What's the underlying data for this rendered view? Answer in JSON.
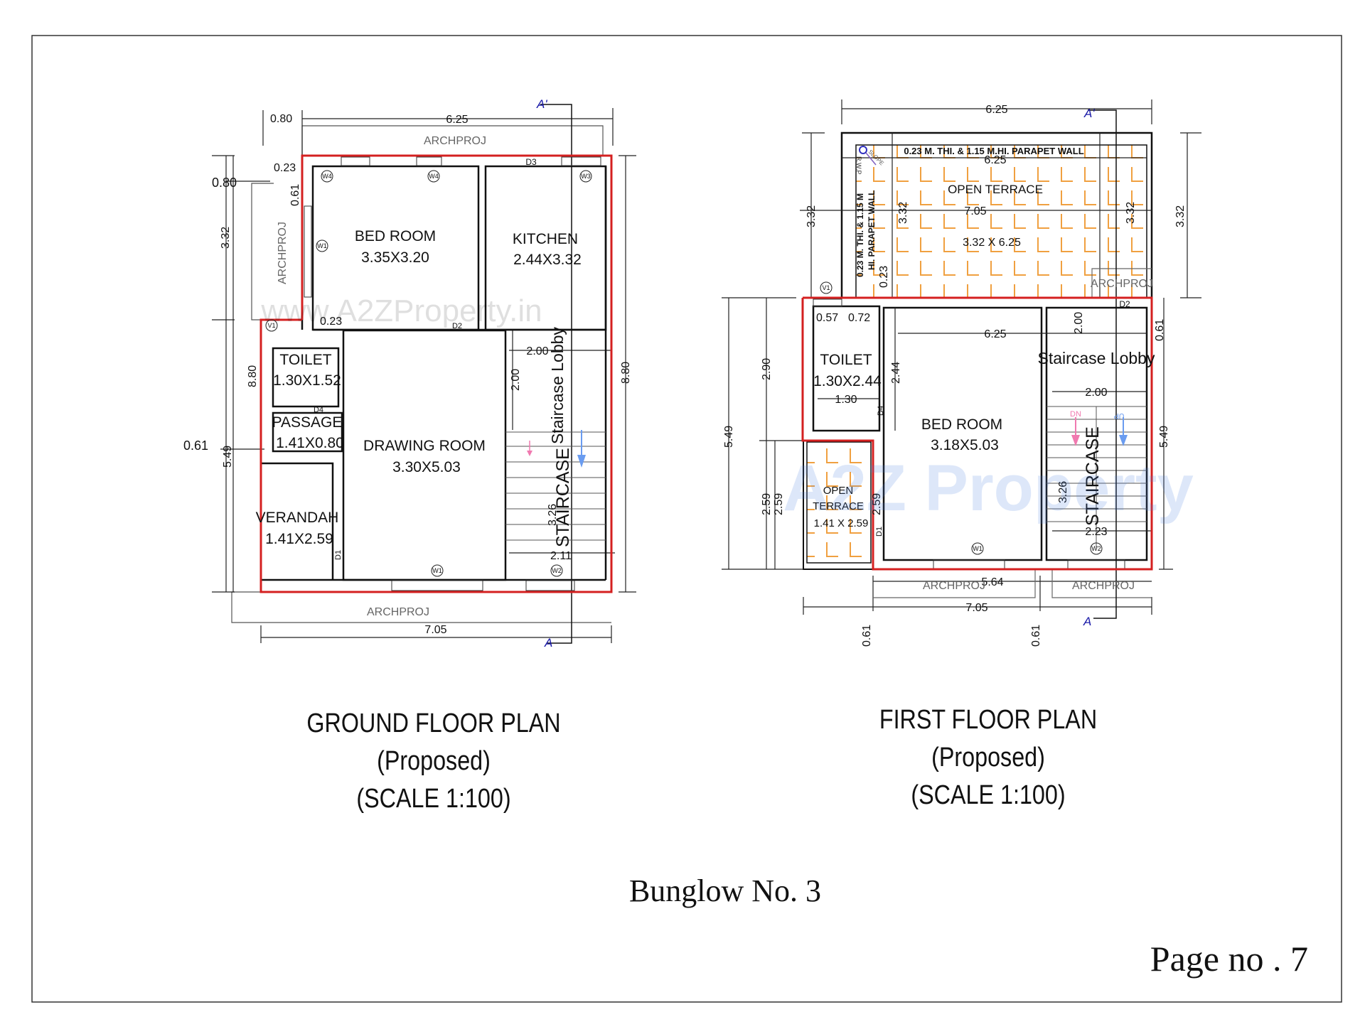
{
  "document": {
    "project": "Bunglow No. 3",
    "page_label": "Page no . 7",
    "watermark_text": "www.A2ZProperty.in",
    "watermark_logo": "A2Z Property"
  },
  "colors": {
    "outline_red": "#d42020",
    "wall_black": "#111111",
    "dimension": "#222222",
    "terrace_tile": "#f0a040",
    "section_marker": "#1a1aa8",
    "arrow_up": "#6a9cf0",
    "arrow_down": "#f07ab0"
  },
  "ground_floor": {
    "title": "GROUND FLOOR PLAN",
    "subtitle": "(Proposed)",
    "scale": "(SCALE 1:100)",
    "rooms": {
      "bedroom": {
        "name": "BED ROOM",
        "size": "3.35X3.20"
      },
      "kitchen": {
        "name": "KITCHEN",
        "size": "2.44X3.32"
      },
      "toilet": {
        "name": "TOILET",
        "size": "1.30X1.52"
      },
      "passage": {
        "name": "PASSAGE",
        "size": "1.41X0.80"
      },
      "drawing": {
        "name": "DRAWING ROOM",
        "size": "3.30X5.03"
      },
      "verandah": {
        "name": "VERANDAH",
        "size": "1.41X2.59"
      },
      "staircase": {
        "name": "STAIRCASE",
        "lobby": "Staircase Lobby"
      }
    },
    "dimensions": {
      "top_width": "6.25",
      "top_offset": "0.80",
      "wall_023_a": "0.23",
      "wall_023_b": "0.23",
      "left_080": "0.80",
      "left_061_v": "0.61",
      "left_332": "3.32",
      "left_880": "8.80",
      "left_549": "5.49",
      "left_061": "0.61",
      "right_880": "8.80",
      "stair_200_h": "2.00",
      "stair_200_v": "2.00",
      "stair_326": "3.26",
      "stair_211": "2.11",
      "bottom_width": "7.05"
    },
    "labels": {
      "setback_top": "ARCHPROJ",
      "setback_left": "ARCHPROJ",
      "setback_bottom": "ARCHPROJ",
      "section_top": "A'",
      "section_bottom": "A",
      "up": "UP",
      "dn": "DN"
    },
    "openings": [
      "W4",
      "W4",
      "D3",
      "W3",
      "W1",
      "V1",
      "D2",
      "D4",
      "D1",
      "W1",
      "W2"
    ]
  },
  "first_floor": {
    "title": "FIRST FLOOR PLAN",
    "subtitle": "(Proposed)",
    "scale": "(SCALE 1:100)",
    "rooms": {
      "open_terrace": {
        "name": "OPEN TERRACE",
        "size": "3.32 X 6.25"
      },
      "toilet": {
        "name": "TOILET",
        "size": "1.30X2.44"
      },
      "bedroom": {
        "name": "BED ROOM",
        "size": "3.18X5.03"
      },
      "small_terrace": {
        "name_1": "OPEN",
        "name_2": "TERRACE",
        "size": "1.41 X 2.59"
      },
      "staircase": {
        "name": "STAIRCASE",
        "lobby": "Staircase Lobby"
      }
    },
    "notes": {
      "parapet_top": "0.23 M. THI. & 1.15 M.HI. PARAPET WALL",
      "parapet_left_1": "0.23 M. THI. & 1.15 M",
      "parapet_left_2": "HI. PARAPET WALL",
      "rwp": "R.W.P",
      "slope": "SLOPE"
    },
    "dimensions": {
      "top_width": "6.25",
      "inner_625": "6.25",
      "terrace_705": "7.05",
      "left_332": "3.32",
      "inner_332_l": "3.32",
      "inner_332_r": "3.32",
      "right_332": "3.32",
      "wall_023": "0.23",
      "toilet_057": "0.57",
      "toilet_072": "0.72",
      "bed_625": "6.25",
      "toilet_244": "2.44",
      "toilet_130": "1.30",
      "left_549": "5.49",
      "left_290": "2.90",
      "left_259_a": "2.59",
      "left_259_b": "2.59",
      "terrace_259": "2.59",
      "stair_200_v": "2.00",
      "stair_200_h": "2.00",
      "right_061": "0.61",
      "right_549": "5.49",
      "stair_326": "3.26",
      "stair_223": "2.23",
      "bottom_564": "5.64",
      "bottom_705": "7.05",
      "bottom_061_a": "0.61",
      "bottom_061_b": "0.61"
    },
    "labels": {
      "setback_right": "ARCHPROJ",
      "setback_bottom_1": "ARCHPROJ",
      "setback_bottom_2": "ARCHPROJ",
      "section_top": "A'",
      "section_bottom": "A",
      "up": "UP",
      "dn": "DN"
    },
    "openings": [
      "V1",
      "D2",
      "D4",
      "D1",
      "W1",
      "W2"
    ]
  }
}
